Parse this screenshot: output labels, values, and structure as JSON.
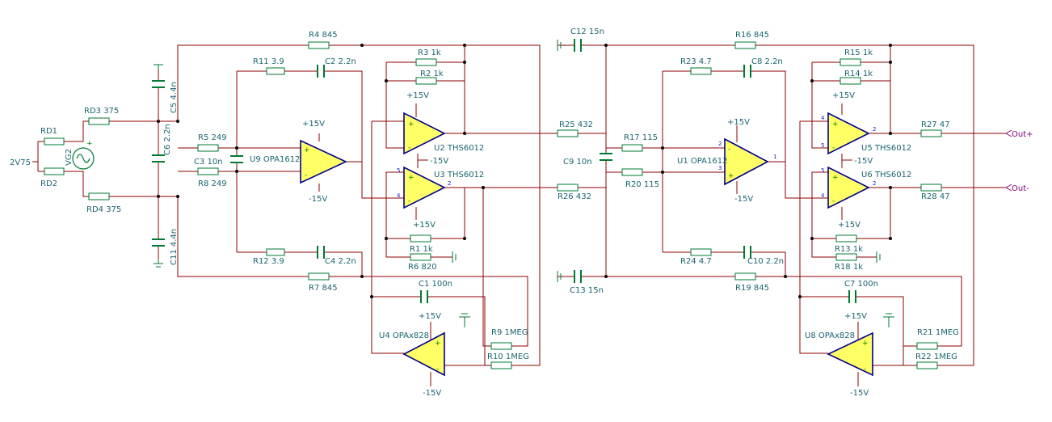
{
  "source": {
    "name": "VG2",
    "value": "2V75"
  },
  "ports": {
    "out_pos": "Out+",
    "out_neg": "Out-"
  },
  "resistors": {
    "RD1": "RD1",
    "RD2": "RD2",
    "RD3": "RD3 375",
    "RD4": "RD4 375",
    "R1": "R1 1k",
    "R2": "R2 1k",
    "R3": "R3 1k",
    "R4": "R4 845",
    "R5": "R5 249",
    "R6": "R6 820",
    "R7": "R7 845",
    "R8": "R8 249",
    "R9": "R9 1MEG",
    "R10": "R10 1MEG",
    "R11": "R11 3.9",
    "R12": "R12 3.9",
    "R13": "R13 1k",
    "R14": "R14 1k",
    "R15": "R15 1k",
    "R16": "R16 845",
    "R17": "R17 115",
    "R18": "R18 1k",
    "R19": "R19 845",
    "R20": "R20 115",
    "R21": "R21 1MEG",
    "R22": "R22 1MEG",
    "R23": "R23 4.7",
    "R24": "R24 4.7",
    "R25": "R25 432",
    "R26": "R26 432",
    "R27": "R27 47",
    "R28": "R28 47"
  },
  "capacitors": {
    "C1": "C1 100n",
    "C2": "C2 2.2n",
    "C3": "C3 10n",
    "C4": "C4 2.2n",
    "C5": "C5 4.4n",
    "C6": "C6 2.2n",
    "C7": "C7 100n",
    "C8": "C8 2.2n",
    "C9": "C9 10n",
    "C10": "C10 2.2n",
    "C11": "C11 4.4n",
    "C12": "C12 15n",
    "C13": "C13 15n"
  },
  "opamps": {
    "U1": "U1 OPA1612",
    "U2": "U2 THS6012",
    "U3": "U3 THS6012",
    "U4": "U4 OPAx828",
    "U5": "U5 THS6012",
    "U6": "U6 THS6012",
    "U8": "U8 OPAx828",
    "U9": "U9 OPA1612"
  },
  "supplies": {
    "pos": "+15V",
    "neg": "-15V"
  },
  "pins": {
    "p1": "1",
    "p2": "2",
    "p3": "3",
    "p4": "4",
    "p5": "5"
  },
  "signs": {
    "plus": "+",
    "minus": "-"
  }
}
